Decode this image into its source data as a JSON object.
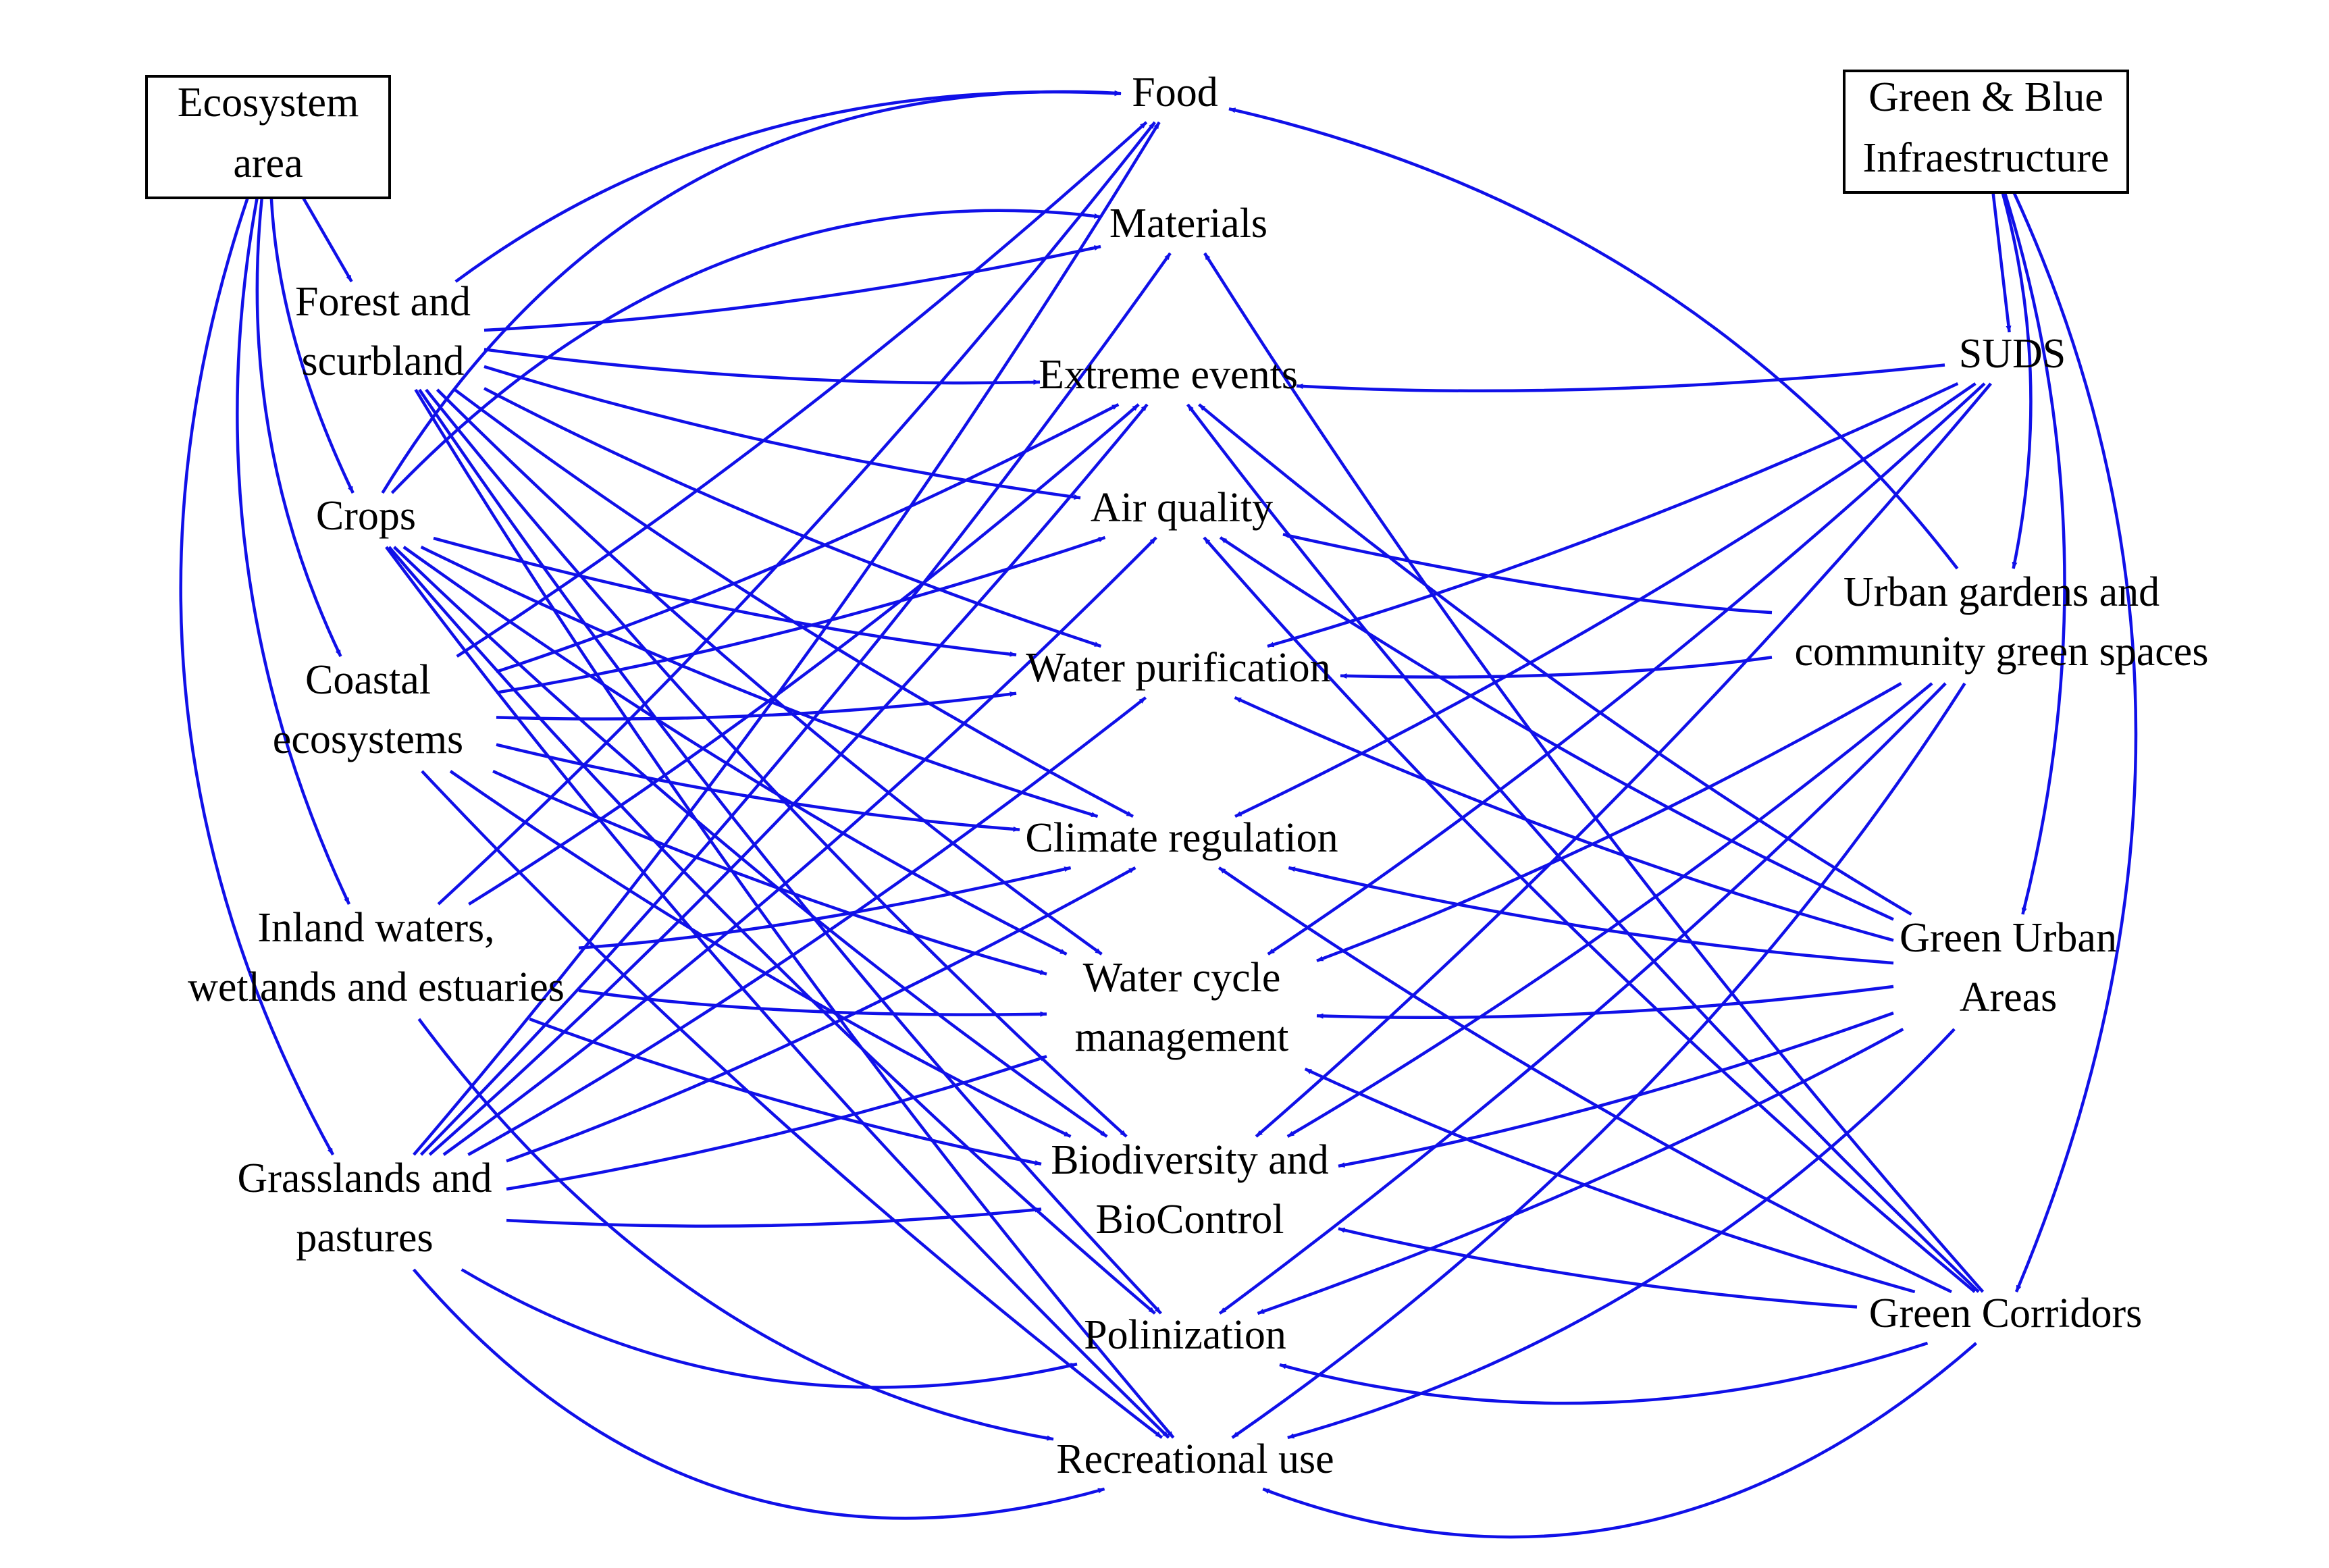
{
  "colors": {
    "edge": "#1010e8",
    "text": "#000000",
    "box_border": "#000000",
    "background": "#ffffff"
  },
  "root_nodes": {
    "ecosystem_area": {
      "lines": [
        "Ecosystem",
        "area"
      ]
    },
    "gbi": {
      "lines": [
        "Green & Blue",
        "Infraestructure"
      ]
    }
  },
  "left_nodes": {
    "forest": {
      "lines": [
        "Forest and",
        "scurbland"
      ]
    },
    "crops": {
      "lines": [
        "Crops"
      ]
    },
    "coastal": {
      "lines": [
        "Coastal",
        "ecosystems"
      ]
    },
    "inland": {
      "lines": [
        "Inland waters,",
        "wetlands and estuaries"
      ]
    },
    "grass": {
      "lines": [
        "Grasslands and",
        "pastures"
      ]
    }
  },
  "center_nodes": {
    "food": {
      "lines": [
        "Food"
      ]
    },
    "materials": {
      "lines": [
        "Materials"
      ]
    },
    "extreme": {
      "lines": [
        "Extreme events"
      ]
    },
    "air": {
      "lines": [
        "Air quality"
      ]
    },
    "water_pur": {
      "lines": [
        "Water purification"
      ]
    },
    "climate": {
      "lines": [
        "Climate regulation"
      ]
    },
    "water_cycle": {
      "lines": [
        "Water cycle",
        "management"
      ]
    },
    "biodiversity": {
      "lines": [
        "Biodiversity and",
        "BioControl"
      ]
    },
    "polinization": {
      "lines": [
        "Polinization"
      ]
    },
    "recreational": {
      "lines": [
        "Recreational use"
      ]
    }
  },
  "right_nodes": {
    "suds": {
      "lines": [
        "SUDS"
      ]
    },
    "urban_gardens": {
      "lines": [
        "Urban gardens and",
        "community green spaces"
      ]
    },
    "green_urban": {
      "lines": [
        "Green Urban",
        "Areas"
      ]
    },
    "green_corridors": {
      "lines": [
        "Green Corridors"
      ]
    }
  },
  "edges": [
    {
      "from": "ecosystem_area",
      "to": "forest"
    },
    {
      "from": "ecosystem_area",
      "to": "crops"
    },
    {
      "from": "ecosystem_area",
      "to": "coastal"
    },
    {
      "from": "ecosystem_area",
      "to": "inland"
    },
    {
      "from": "ecosystem_area",
      "to": "grass"
    },
    {
      "from": "gbi",
      "to": "suds"
    },
    {
      "from": "gbi",
      "to": "urban_gardens"
    },
    {
      "from": "gbi",
      "to": "green_urban"
    },
    {
      "from": "gbi",
      "to": "green_corridors"
    },
    {
      "from": "forest",
      "to": "food"
    },
    {
      "from": "forest",
      "to": "materials"
    },
    {
      "from": "forest",
      "to": "extreme"
    },
    {
      "from": "forest",
      "to": "air"
    },
    {
      "from": "forest",
      "to": "water_pur"
    },
    {
      "from": "forest",
      "to": "climate"
    },
    {
      "from": "forest",
      "to": "water_cycle"
    },
    {
      "from": "forest",
      "to": "biodiversity"
    },
    {
      "from": "forest",
      "to": "polinization"
    },
    {
      "from": "forest",
      "to": "recreational"
    },
    {
      "from": "crops",
      "to": "food"
    },
    {
      "from": "crops",
      "to": "materials"
    },
    {
      "from": "crops",
      "to": "water_pur"
    },
    {
      "from": "crops",
      "to": "climate"
    },
    {
      "from": "crops",
      "to": "water_cycle"
    },
    {
      "from": "crops",
      "to": "biodiversity"
    },
    {
      "from": "crops",
      "to": "polinization"
    },
    {
      "from": "crops",
      "to": "recreational"
    },
    {
      "from": "coastal",
      "to": "food"
    },
    {
      "from": "coastal",
      "to": "extreme"
    },
    {
      "from": "coastal",
      "to": "air"
    },
    {
      "from": "coastal",
      "to": "water_pur"
    },
    {
      "from": "coastal",
      "to": "climate"
    },
    {
      "from": "coastal",
      "to": "water_cycle"
    },
    {
      "from": "coastal",
      "to": "biodiversity"
    },
    {
      "from": "coastal",
      "to": "recreational"
    },
    {
      "from": "inland",
      "to": "food"
    },
    {
      "from": "inland",
      "to": "extreme"
    },
    {
      "from": "inland",
      "to": "climate"
    },
    {
      "from": "inland",
      "to": "water_cycle"
    },
    {
      "from": "inland",
      "to": "biodiversity"
    },
    {
      "from": "inland",
      "to": "recreational"
    },
    {
      "from": "grass",
      "to": "food"
    },
    {
      "from": "grass",
      "to": "materials"
    },
    {
      "from": "grass",
      "to": "extreme"
    },
    {
      "from": "grass",
      "to": "air"
    },
    {
      "from": "grass",
      "to": "water_pur"
    },
    {
      "from": "grass",
      "to": "climate"
    },
    {
      "from": "grass",
      "to": "water_cycle"
    },
    {
      "from": "grass",
      "to": "biodiversity"
    },
    {
      "from": "grass",
      "to": "polinization"
    },
    {
      "from": "grass",
      "to": "recreational"
    },
    {
      "from": "suds",
      "to": "extreme"
    },
    {
      "from": "suds",
      "to": "water_pur"
    },
    {
      "from": "suds",
      "to": "climate"
    },
    {
      "from": "suds",
      "to": "water_cycle"
    },
    {
      "from": "suds",
      "to": "biodiversity"
    },
    {
      "from": "urban_gardens",
      "to": "food"
    },
    {
      "from": "urban_gardens",
      "to": "air"
    },
    {
      "from": "urban_gardens",
      "to": "water_pur"
    },
    {
      "from": "urban_gardens",
      "to": "water_cycle"
    },
    {
      "from": "urban_gardens",
      "to": "biodiversity"
    },
    {
      "from": "urban_gardens",
      "to": "polinization"
    },
    {
      "from": "urban_gardens",
      "to": "recreational"
    },
    {
      "from": "green_urban",
      "to": "extreme"
    },
    {
      "from": "green_urban",
      "to": "air"
    },
    {
      "from": "green_urban",
      "to": "water_pur"
    },
    {
      "from": "green_urban",
      "to": "climate"
    },
    {
      "from": "green_urban",
      "to": "water_cycle"
    },
    {
      "from": "green_urban",
      "to": "biodiversity"
    },
    {
      "from": "green_urban",
      "to": "polinization"
    },
    {
      "from": "green_urban",
      "to": "recreational"
    },
    {
      "from": "green_corridors",
      "to": "materials"
    },
    {
      "from": "green_corridors",
      "to": "extreme"
    },
    {
      "from": "green_corridors",
      "to": "air"
    },
    {
      "from": "green_corridors",
      "to": "climate"
    },
    {
      "from": "green_corridors",
      "to": "water_cycle"
    },
    {
      "from": "green_corridors",
      "to": "biodiversity"
    },
    {
      "from": "green_corridors",
      "to": "polinization"
    },
    {
      "from": "green_corridors",
      "to": "recreational"
    }
  ]
}
